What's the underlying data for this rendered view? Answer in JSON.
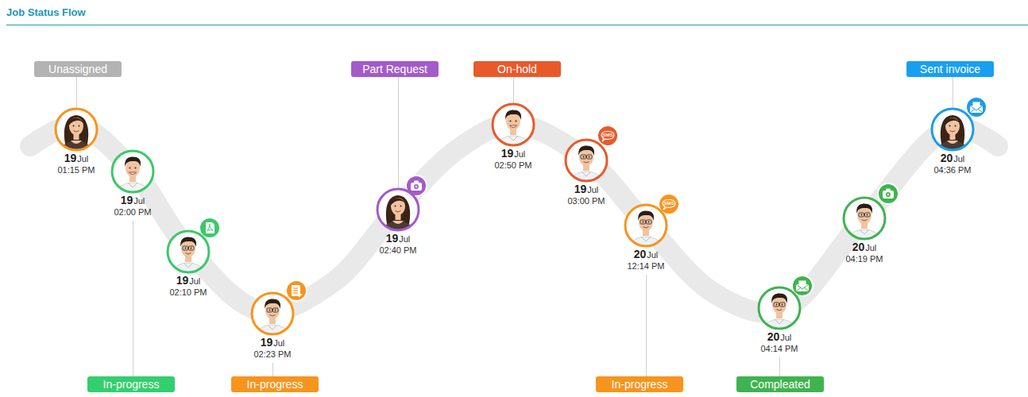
{
  "diagram": {
    "title": "Job Status Flow",
    "nodes": [
      {
        "text": [
          "19",
          "Jul",
          "01:15 PM"
        ]
      },
      {
        "text": [
          "19",
          "Jul",
          "02:00 PM"
        ]
      },
      {
        "text": [
          "19",
          "Jul",
          "02:10 PM"
        ]
      },
      {
        "text": [
          "19",
          "Jul",
          "02:23 PM"
        ]
      },
      {
        "text": [
          "19",
          "Jul",
          "02:40 PM"
        ]
      },
      {
        "text": [
          "19",
          "Jul",
          "02:50 PM"
        ]
      },
      {
        "text": [
          "19",
          "Jul",
          "03:00 PM"
        ]
      },
      {
        "text": [
          "20",
          "Jul",
          "12:14 PM"
        ]
      },
      {
        "text": [
          "20",
          "Jul",
          "04:14 PM"
        ]
      },
      {
        "text": [
          "20",
          "Jul",
          "04:19 PM"
        ]
      },
      {
        "text": [
          "20",
          "Jul",
          "04:36 PM"
        ]
      },
      {
        "text": [
          "Unassigned"
        ]
      },
      {
        "text": [
          "In-progress"
        ]
      },
      {
        "text": [
          "In-progress"
        ]
      },
      {
        "text": [
          "Part Request"
        ]
      },
      {
        "text": [
          "On-hold"
        ]
      },
      {
        "text": [
          "In-progress"
        ]
      },
      {
        "text": [
          "Compleated"
        ]
      },
      {
        "text": [
          "Sent invoice"
        ]
      }
    ],
    "edges": [
      {
        "from": 11,
        "to": 0,
        "arrow": "none"
      },
      {
        "from": 12,
        "to": 1,
        "arrow": "none"
      },
      {
        "from": 13,
        "to": 3,
        "arrow": "none"
      },
      {
        "from": 14,
        "to": 4,
        "arrow": "none"
      },
      {
        "from": 15,
        "to": 5,
        "arrow": "none"
      },
      {
        "from": 16,
        "to": 7,
        "arrow": "none"
      },
      {
        "from": 17,
        "to": 8,
        "arrow": "none"
      },
      {
        "from": 18,
        "to": 10,
        "arrow": "none"
      }
    ],
    "labels": [
      "SMS",
      "SMS"
    ]
  }
}
